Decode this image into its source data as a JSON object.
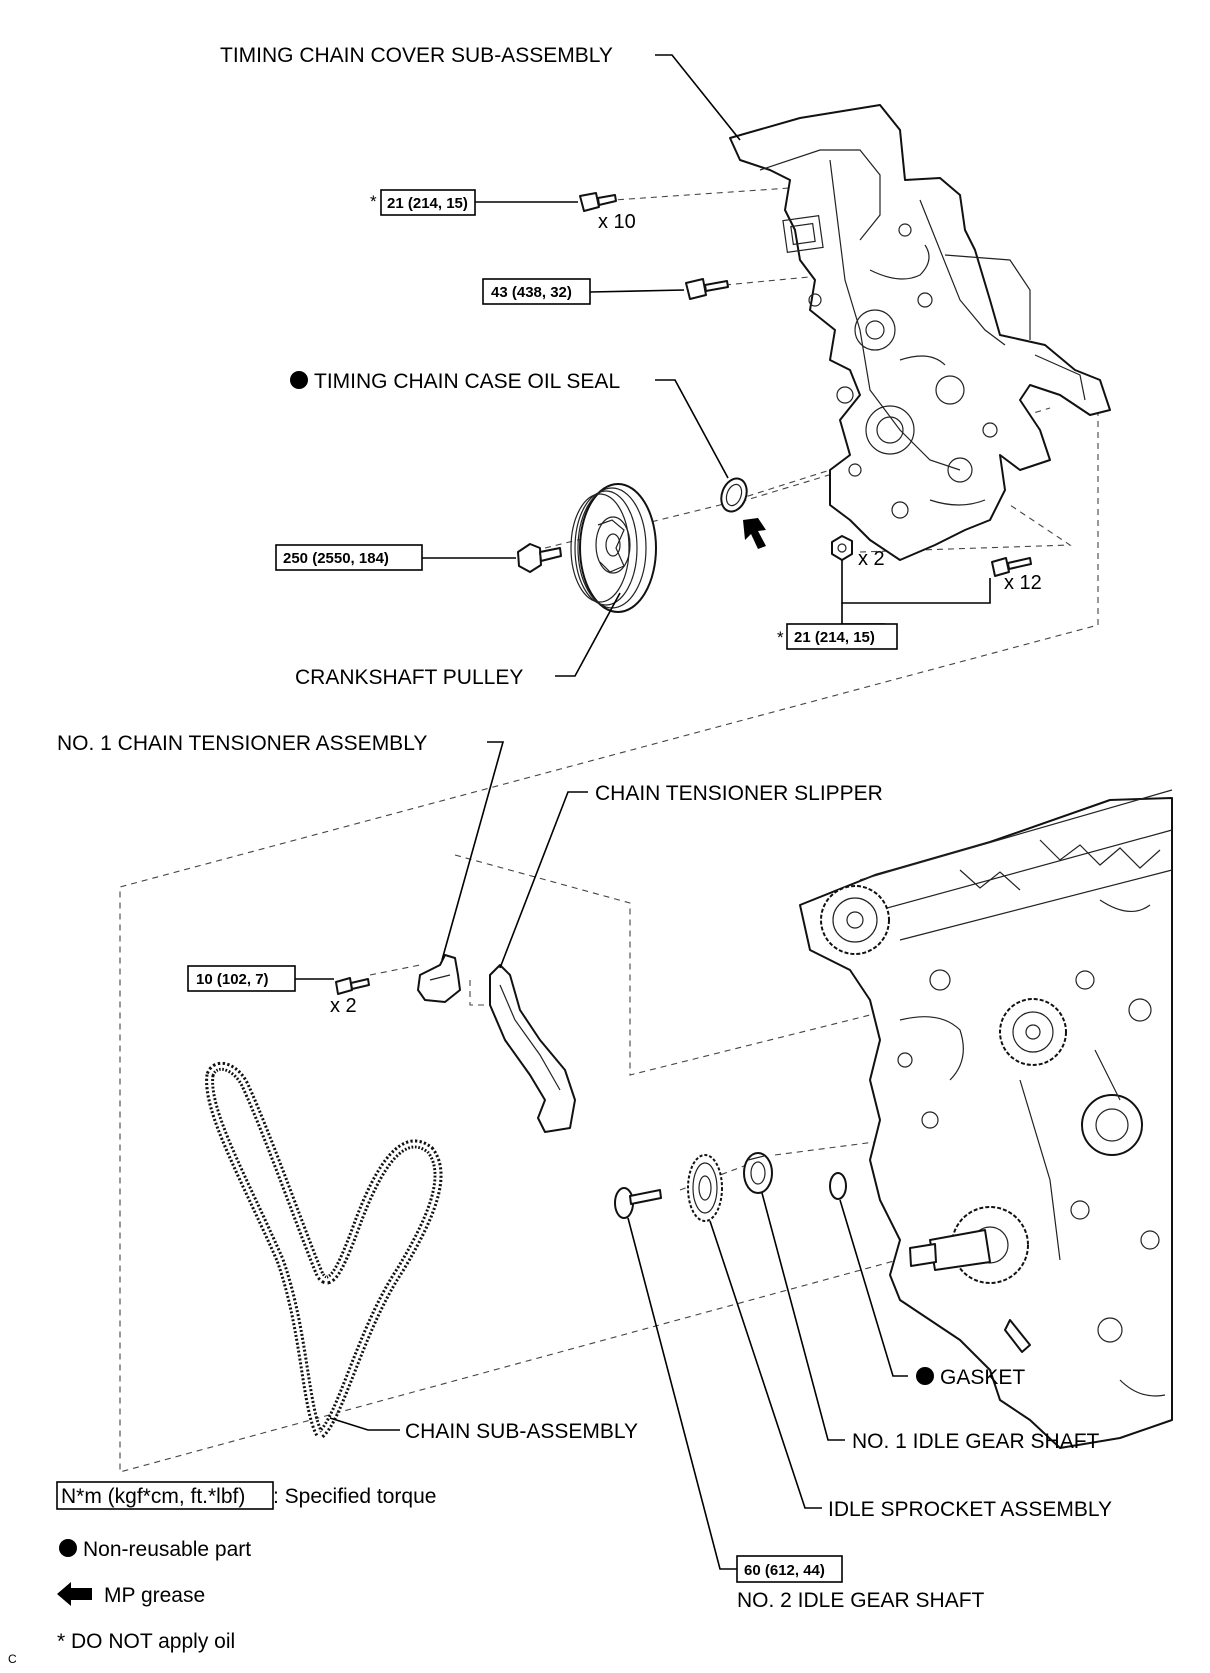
{
  "labels": {
    "timing_chain_cover": "TIMING CHAIN COVER SUB-ASSEMBLY",
    "timing_chain_case_oil_seal": "TIMING CHAIN CASE OIL SEAL",
    "crankshaft_pulley": "CRANKSHAFT PULLEY",
    "no1_chain_tensioner": "NO. 1 CHAIN TENSIONER ASSEMBLY",
    "chain_tensioner_slipper": "CHAIN TENSIONER SLIPPER",
    "chain_sub_assembly": "CHAIN SUB-ASSEMBLY",
    "gasket": "GASKET",
    "no1_idle_gear_shaft": "NO. 1 IDLE GEAR SHAFT",
    "idle_sprocket_assembly": "IDLE SPROCKET ASSEMBLY",
    "no2_idle_gear_shaft": "NO. 2 IDLE GEAR SHAFT"
  },
  "torques": {
    "cover_bolts_small": "21 (214, 15)",
    "cover_bolt_large": "43 (438, 32)",
    "pulley_bolt": "250 (2550, 184)",
    "cover_bolts_lower": "21 (214, 15)",
    "tensioner_bolts": "10 (102, 7)",
    "no2_idle_shaft": "60 (612, 44)"
  },
  "quantities": {
    "cover_bolts_small": "x 10",
    "tensioner_bolts": "x 2",
    "lower_nuts": "x 2",
    "lower_bolts": "x 12"
  },
  "asterisk": "*",
  "legend": {
    "torque_box": "N*m (kgf*cm, ft.*lbf)",
    "torque_text": ": Specified torque",
    "non_reusable": "Non-reusable part",
    "mp_grease": "MP grease",
    "no_oil": "* DO NOT apply oil"
  },
  "corner_mark": "C"
}
